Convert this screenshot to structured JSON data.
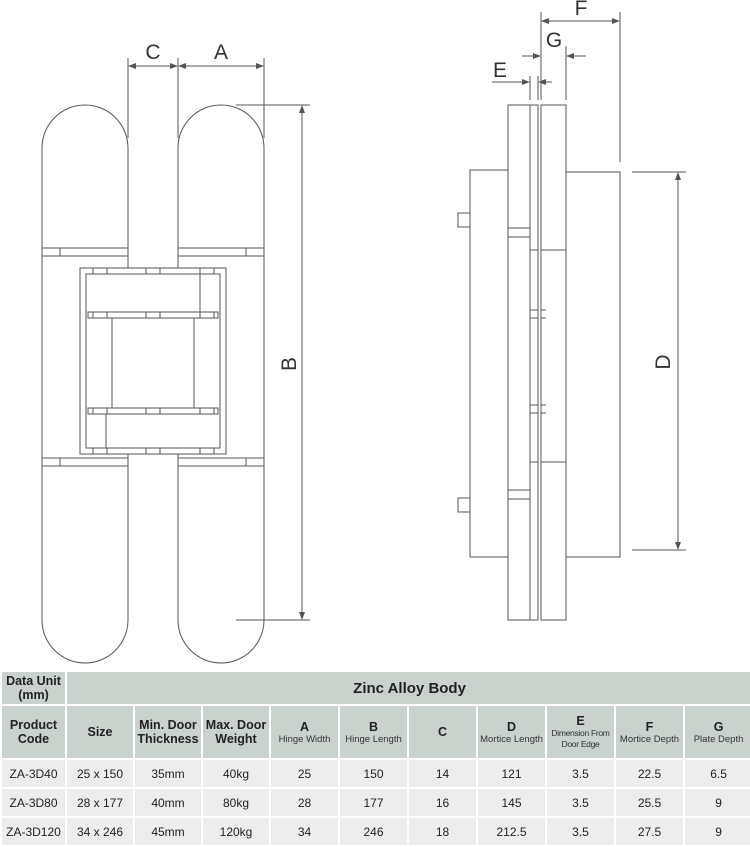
{
  "diagram": {
    "front_labels": {
      "c": "C",
      "a": "A",
      "b": "B"
    },
    "side_labels": {
      "f": "F",
      "g": "G",
      "e": "E",
      "d": "D"
    }
  },
  "table": {
    "data_unit_label": "Data Unit (mm)",
    "body_title": "Zinc  Alloy  Body",
    "headers": {
      "product_code": "Product Code",
      "size": "Size",
      "min_door_thickness": "Min. Door Thickness",
      "max_door_weight": "Max. Door Weight",
      "a": {
        "letter": "A",
        "sub": "Hinge Width"
      },
      "b": {
        "letter": "B",
        "sub": "Hinge Length"
      },
      "c": {
        "letter": "C"
      },
      "d": {
        "letter": "D",
        "sub": "Mortice Length"
      },
      "e": {
        "letter": "E",
        "sub": "Dimension From Door Edge"
      },
      "f": {
        "letter": "F",
        "sub": "Mortice Depth"
      },
      "g": {
        "letter": "G",
        "sub": "Plate Depth"
      }
    },
    "rows": [
      {
        "code": "ZA-3D40",
        "size": "25 x 150",
        "thickness": "35mm",
        "weight": "40kg",
        "a": "25",
        "b": "150",
        "c": "14",
        "d": "121",
        "e": "3.5",
        "f": "22.5",
        "g": "6.5"
      },
      {
        "code": "ZA-3D80",
        "size": "28 x 177",
        "thickness": "40mm",
        "weight": "80kg",
        "a": "28",
        "b": "177",
        "c": "16",
        "d": "145",
        "e": "3.5",
        "f": "25.5",
        "g": "9"
      },
      {
        "code": "ZA-3D120",
        "size": "34 x 246",
        "thickness": "45mm",
        "weight": "120kg",
        "a": "34",
        "b": "246",
        "c": "18",
        "d": "212.5",
        "e": "3.5",
        "f": "27.5",
        "g": "9"
      }
    ]
  }
}
